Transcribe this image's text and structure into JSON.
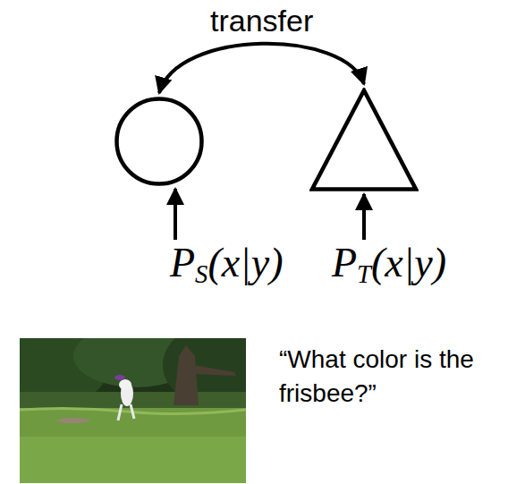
{
  "diagram": {
    "nodes": [
      {
        "text": []
      },
      {
        "text": []
      },
      {
        "text": [
          "PS(x|y)"
        ]
      },
      {
        "text": [
          "PT(x|y)"
        ]
      }
    ],
    "edges": [
      {
        "from": 0,
        "to": 1,
        "label": "transfer",
        "arrow": "both"
      },
      {
        "from": 2,
        "to": 0,
        "arrow": "to"
      },
      {
        "from": 3,
        "to": 1,
        "arrow": "to"
      }
    ],
    "labels": [
      "“What color is the frisbee?”"
    ]
  }
}
